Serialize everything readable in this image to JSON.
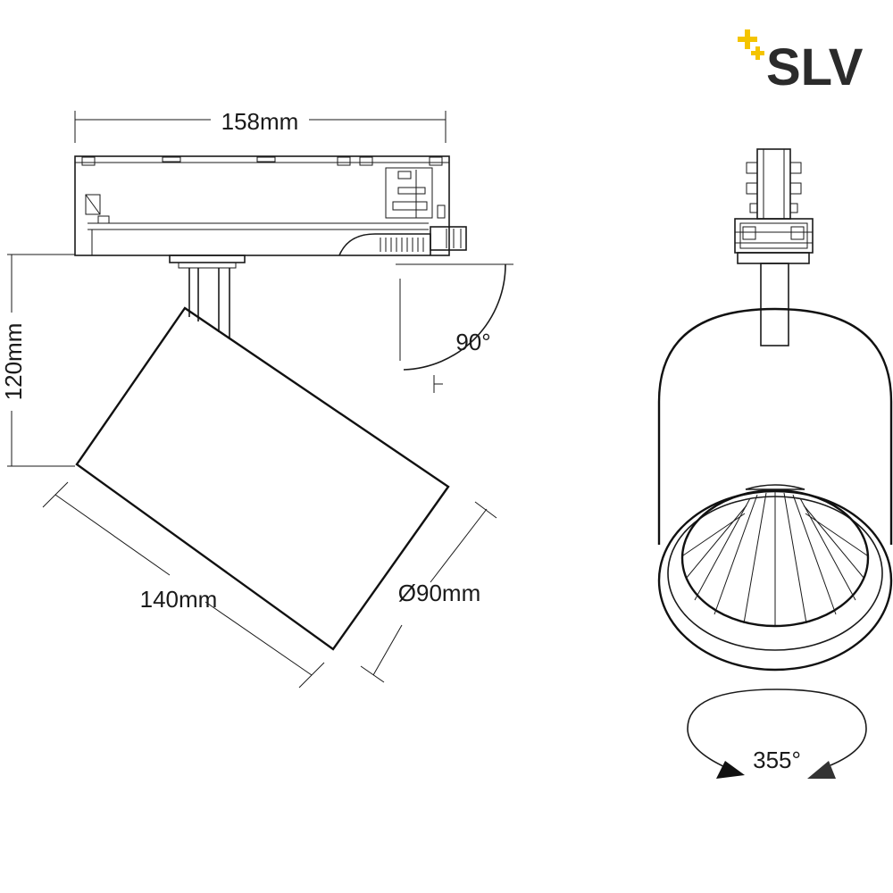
{
  "logo": {
    "text": "SLV",
    "accent_color": "#f4c400",
    "text_color": "#2b2b2b"
  },
  "dimensions": {
    "width_label": "158mm",
    "height_label": "120mm",
    "length_label": "140mm",
    "diameter_label": "Ø90mm",
    "tilt_label": "90°",
    "rotation_label": "355°"
  },
  "colors": {
    "line": "#1a1a1a",
    "background": "#ffffff"
  }
}
